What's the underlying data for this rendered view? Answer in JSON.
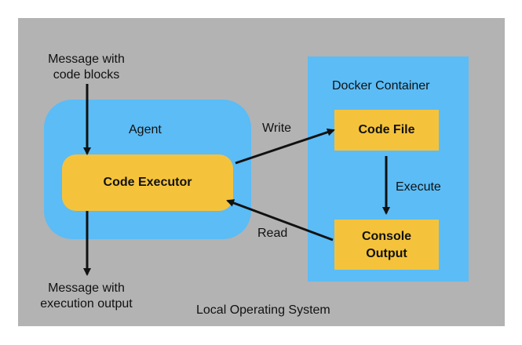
{
  "diagram": {
    "os_label": "Local Operating System",
    "agent_label": "Agent",
    "executor_label": "Code Executor",
    "docker_label": "Docker Container",
    "codefile_label": "Code File",
    "console_label_line1": "Console",
    "console_label_line2": "Output",
    "input_msg_line1": "Message with",
    "input_msg_line2": "code blocks",
    "output_msg_line1": "Message with",
    "output_msg_line2": "execution output",
    "write_label": "Write",
    "read_label": "Read",
    "execute_label": "Execute"
  }
}
